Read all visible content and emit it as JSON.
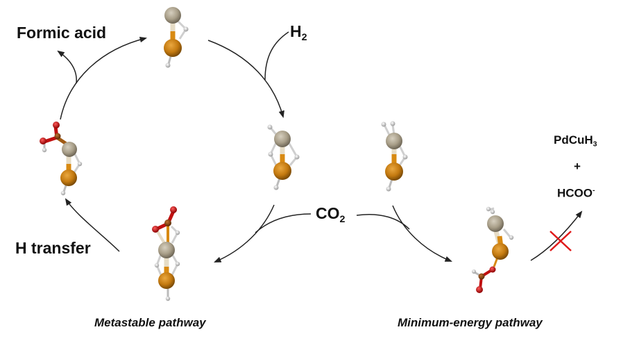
{
  "labels": {
    "formic_acid": "Formic acid",
    "h2_main": "H",
    "h2_sub": "2",
    "h_transfer": "H transfer",
    "co2_main": "CO",
    "co2_sub": "2",
    "product_1_main": "PdCuH",
    "product_1_sub": "3",
    "plus": "+",
    "product_2_main": "HCOO",
    "product_2_sup": "-",
    "metastable_pathway": "Metastable pathway",
    "minimum_energy_pathway": "Minimum-energy pathway"
  },
  "colors": {
    "pd_atom": "#a89e88",
    "cu_atom": "#c47a10",
    "h_atom": "#d8d8d8",
    "c_atom": "#8a4a10",
    "o_atom": "#c01010",
    "arrow": "#222222",
    "blocked_cross": "#e01a1a"
  },
  "molecules": [
    {
      "id": "pdcuh-top",
      "atoms": [
        "Pd",
        "Cu",
        "H",
        "H"
      ]
    },
    {
      "id": "pdcuh3-after-h2",
      "atoms": [
        "Pd",
        "Cu",
        "H",
        "H",
        "H",
        "H"
      ]
    },
    {
      "id": "pdcuh3-minimum-energy",
      "atoms": [
        "Pd",
        "Cu",
        "H",
        "H",
        "H"
      ]
    },
    {
      "id": "formate-metastable",
      "atoms": [
        "Pd",
        "Cu",
        "C",
        "O",
        "O",
        "H",
        "H",
        "H",
        "H"
      ]
    },
    {
      "id": "formic-acid-complex",
      "atoms": [
        "Pd",
        "Cu",
        "C",
        "O",
        "O",
        "H",
        "H",
        "H"
      ]
    },
    {
      "id": "formate-minimum-energy",
      "atoms": [
        "Pd",
        "Cu",
        "C",
        "O",
        "O",
        "H",
        "H",
        "H"
      ]
    }
  ],
  "reaction_status": {
    "minimum_energy_to_products": "blocked"
  }
}
